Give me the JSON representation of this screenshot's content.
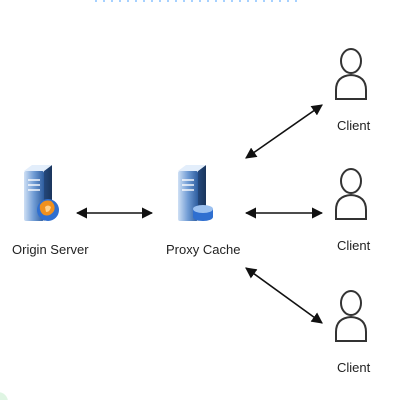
{
  "nodes": {
    "origin": {
      "label": "Origin Server",
      "icon": "server-globe-icon"
    },
    "proxy": {
      "label": "Proxy Cache",
      "icon": "server-database-icon"
    },
    "clients": [
      {
        "label": "Client",
        "icon": "user-icon"
      },
      {
        "label": "Client",
        "icon": "user-icon"
      },
      {
        "label": "Client",
        "icon": "user-icon"
      }
    ]
  },
  "edges": [
    {
      "from": "origin",
      "to": "proxy",
      "direction": "both"
    },
    {
      "from": "proxy",
      "to": "client-1",
      "direction": "both"
    },
    {
      "from": "proxy",
      "to": "client-2",
      "direction": "both"
    },
    {
      "from": "proxy",
      "to": "client-3",
      "direction": "both"
    }
  ],
  "colors": {
    "server_body": "#3a6fb4",
    "server_light": "#a9c8ee",
    "globe_orange": "#f0901e",
    "globe_blue": "#2f6fd0",
    "arrow": "#111111",
    "user_outline": "#333333"
  }
}
